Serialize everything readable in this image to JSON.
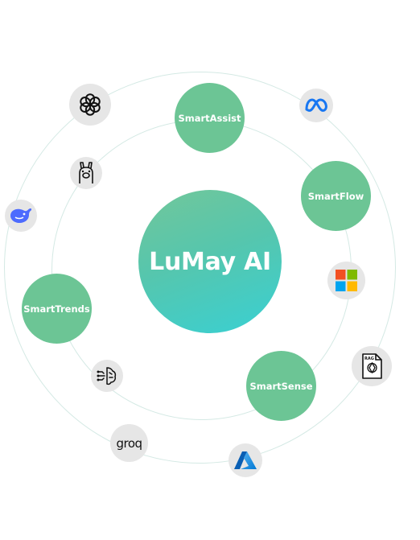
{
  "center": {
    "label": "LuMay AI"
  },
  "products": [
    {
      "label": "SmartAssist"
    },
    {
      "label": "SmartFlow"
    },
    {
      "label": "SmartTrends"
    },
    {
      "label": "SmartSense"
    }
  ],
  "integrations": [
    {
      "icon": "openai-icon"
    },
    {
      "icon": "meta-icon"
    },
    {
      "icon": "ollama-icon"
    },
    {
      "icon": "deepseek-icon"
    },
    {
      "icon": "microsoft-icon"
    },
    {
      "icon": "rag-document-icon",
      "text": "RAG"
    },
    {
      "icon": "brain-circuit-icon"
    },
    {
      "icon": "groq-icon",
      "text": "groq"
    },
    {
      "icon": "azure-icon"
    }
  ],
  "colors": {
    "node": "#6cc595",
    "ring": "#d4e9e4",
    "core_gradient_start": "#72c79a",
    "core_gradient_end": "#39d0d3",
    "badge": "#e6e6e6"
  }
}
